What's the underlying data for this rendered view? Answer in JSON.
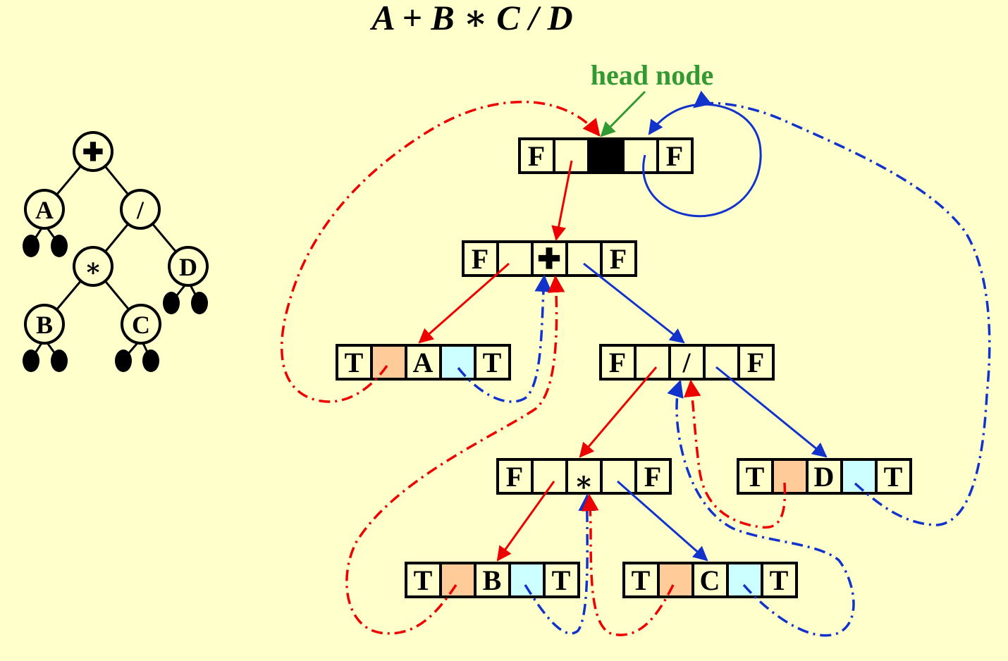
{
  "expression": "A + B ∗ C / D",
  "head_label": "head node",
  "colors": {
    "background": "#FFFFCC",
    "left_thread": "#EE0000",
    "right_thread": "#1133CC",
    "head_label": "#339933",
    "left_cell_fill": "#FFCC99",
    "right_cell_fill": "#CCFFFF"
  },
  "tree": {
    "root": "✚",
    "nodes": [
      "✚",
      "A",
      "/",
      "∗",
      "D",
      "B",
      "C"
    ]
  },
  "threaded_nodes": {
    "head": {
      "left_tag": "F",
      "data": "",
      "right_tag": "F"
    },
    "plus": {
      "left_tag": "F",
      "data": "✚",
      "right_tag": "F"
    },
    "a": {
      "left_tag": "T",
      "data": "A",
      "right_tag": "T"
    },
    "div": {
      "left_tag": "F",
      "data": "/",
      "right_tag": "F"
    },
    "mul": {
      "left_tag": "F",
      "data": "∗",
      "right_tag": "F"
    },
    "d": {
      "left_tag": "T",
      "data": "D",
      "right_tag": "T"
    },
    "b": {
      "left_tag": "T",
      "data": "B",
      "right_tag": "T"
    },
    "c": {
      "left_tag": "T",
      "data": "C",
      "right_tag": "T"
    }
  }
}
